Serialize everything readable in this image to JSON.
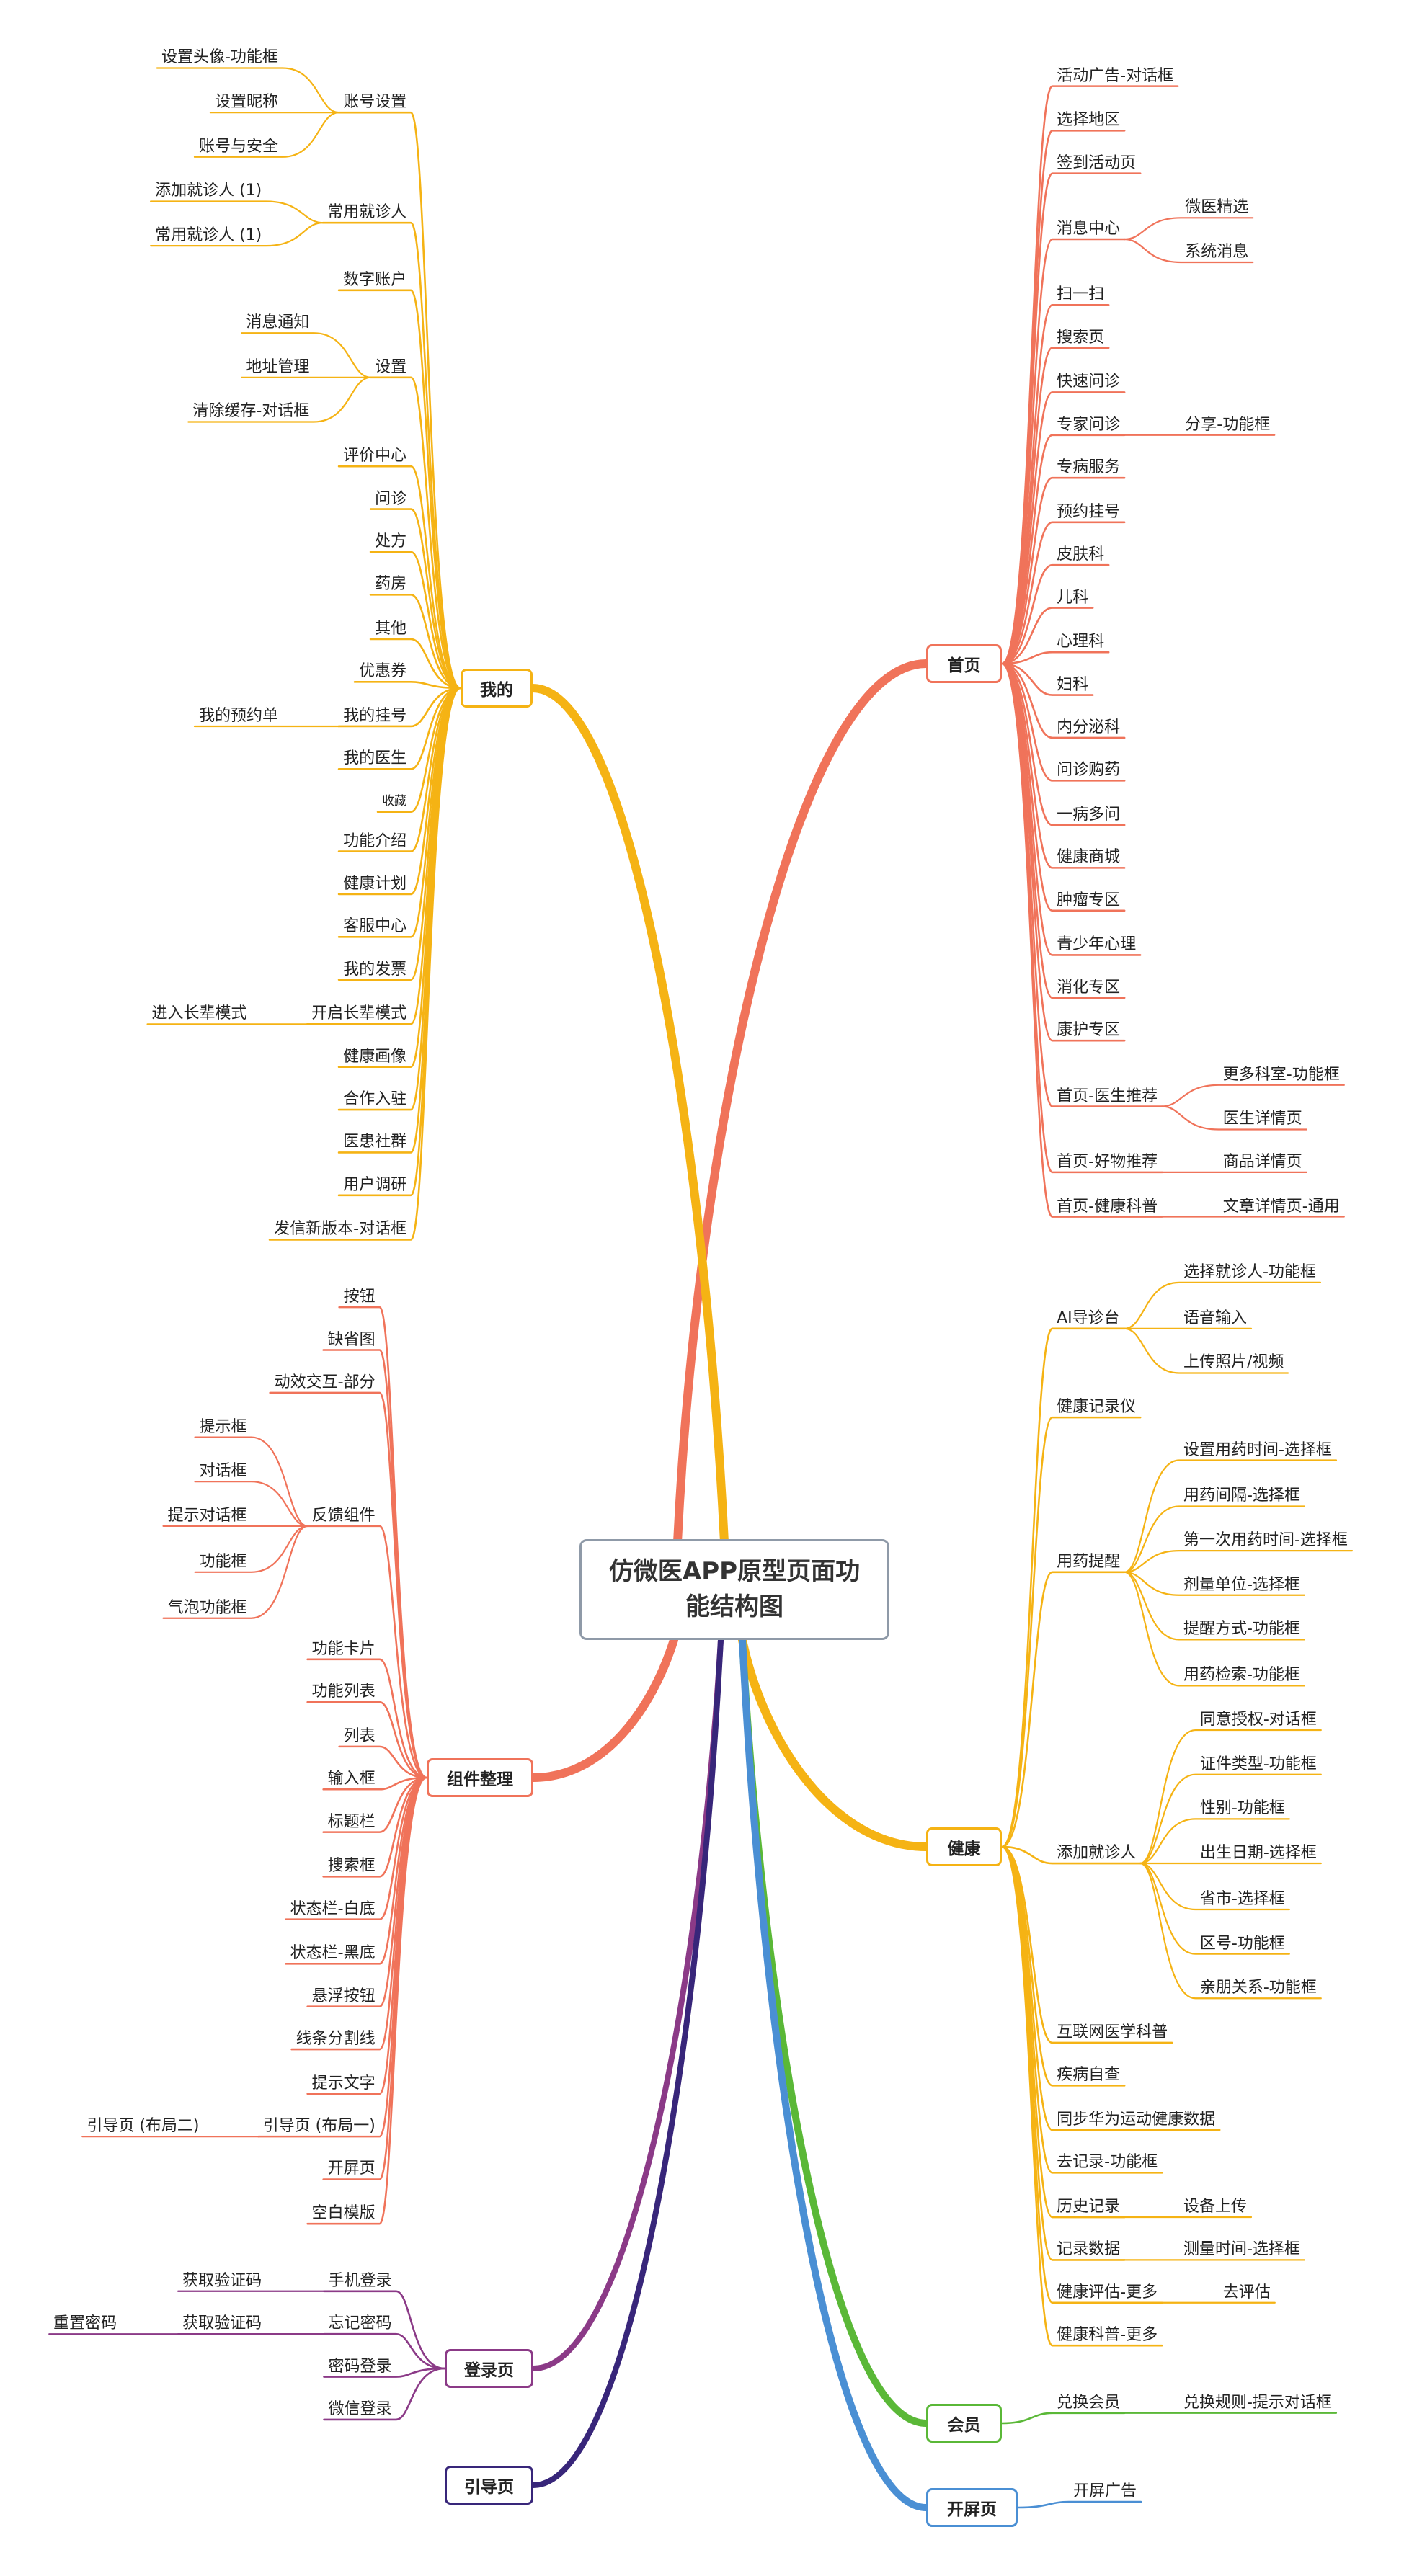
{
  "root": "仿微医APP原型页面功能结构图",
  "colors": {
    "root_border": "#8f9aa8",
    "首页": "#f0735a",
    "我的": "#f5b314",
    "健康": "#f5b314",
    "组件整理": "#f0735a",
    "登录页": "#8b3a87",
    "引导页": "#38267a",
    "会员": "#5ab837",
    "开屏页": "#4a8fd4"
  },
  "branches": [
    {
      "label": "首页",
      "key": "shouye",
      "children": [
        {
          "label": "活动广告-对话框"
        },
        {
          "label": "选择地区"
        },
        {
          "label": "签到活动页"
        },
        {
          "label": "消息中心",
          "children": [
            {
              "label": "微医精选"
            },
            {
              "label": "系统消息"
            }
          ]
        },
        {
          "label": "扫一扫"
        },
        {
          "label": "搜索页"
        },
        {
          "label": "快速问诊"
        },
        {
          "label": "专家问诊",
          "children": [
            {
              "label": "分享-功能框"
            }
          ]
        },
        {
          "label": "专病服务"
        },
        {
          "label": "预约挂号"
        },
        {
          "label": "皮肤科"
        },
        {
          "label": "儿科"
        },
        {
          "label": "心理科"
        },
        {
          "label": "妇科"
        },
        {
          "label": "内分泌科"
        },
        {
          "label": "问诊购药"
        },
        {
          "label": "一病多问"
        },
        {
          "label": "健康商城"
        },
        {
          "label": "肿瘤专区"
        },
        {
          "label": "青少年心理"
        },
        {
          "label": "消化专区"
        },
        {
          "label": "康护专区"
        },
        {
          "label": "首页-医生推荐",
          "children": [
            {
              "label": "更多科室-功能框"
            },
            {
              "label": "医生详情页"
            }
          ]
        },
        {
          "label": "首页-好物推荐",
          "children": [
            {
              "label": "商品详情页"
            }
          ]
        },
        {
          "label": "首页-健康科普",
          "children": [
            {
              "label": "文章详情页-通用"
            }
          ]
        }
      ]
    },
    {
      "label": "健康",
      "key": "jiankang",
      "children": [
        {
          "label": "AI导诊台",
          "children": [
            {
              "label": "选择就诊人-功能框"
            },
            {
              "label": "语音输入"
            },
            {
              "label": "上传照片/视频"
            }
          ]
        },
        {
          "label": "健康记录仪"
        },
        {
          "label": "用药提醒",
          "children": [
            {
              "label": "设置用药时间-选择框"
            },
            {
              "label": "用药间隔-选择框"
            },
            {
              "label": "第一次用药时间-选择框"
            },
            {
              "label": "剂量单位-选择框"
            },
            {
              "label": "提醒方式-功能框"
            },
            {
              "label": "用药检索-功能框"
            }
          ]
        },
        {
          "label": "添加就诊人",
          "children": [
            {
              "label": "同意授权-对话框"
            },
            {
              "label": "证件类型-功能框"
            },
            {
              "label": "性别-功能框"
            },
            {
              "label": "出生日期-选择框"
            },
            {
              "label": "省市-选择框"
            },
            {
              "label": "区号-功能框"
            },
            {
              "label": "亲朋关系-功能框"
            }
          ]
        },
        {
          "label": "互联网医学科普"
        },
        {
          "label": "疾病自查"
        },
        {
          "label": "同步华为运动健康数据"
        },
        {
          "label": "去记录-功能框"
        },
        {
          "label": "历史记录",
          "children": [
            {
              "label": "设备上传"
            }
          ]
        },
        {
          "label": "记录数据",
          "children": [
            {
              "label": "测量时间-选择框"
            }
          ]
        },
        {
          "label": "健康评估-更多",
          "children": [
            {
              "label": "去评估"
            }
          ]
        },
        {
          "label": "健康科普-更多"
        }
      ]
    },
    {
      "label": "会员",
      "key": "huiyuan",
      "children": [
        {
          "label": "兑换会员",
          "children": [
            {
              "label": "兑换规则-提示对话框"
            }
          ]
        }
      ]
    },
    {
      "label": "开屏页",
      "key": "kaiping",
      "children": [
        {
          "label": "开屏广告"
        }
      ]
    },
    {
      "label": "我的",
      "key": "wode",
      "children": [
        {
          "label": "账号设置",
          "children": [
            {
              "label": "设置头像-功能框"
            },
            {
              "label": "设置昵称"
            },
            {
              "label": "账号与安全"
            }
          ]
        },
        {
          "label": "常用就诊人",
          "children": [
            {
              "label": "添加就诊人 (1)"
            },
            {
              "label": "常用就诊人 (1)"
            }
          ]
        },
        {
          "label": "数字账户"
        },
        {
          "label": "设置",
          "children": [
            {
              "label": "消息通知"
            },
            {
              "label": "地址管理"
            },
            {
              "label": "清除缓存-对话框"
            }
          ]
        },
        {
          "label": "评价中心"
        },
        {
          "label": "问诊"
        },
        {
          "label": "处方"
        },
        {
          "label": "药房"
        },
        {
          "label": "其他"
        },
        {
          "label": "优惠券"
        },
        {
          "label": "我的挂号",
          "children": [
            {
              "label": "我的预约单"
            }
          ]
        },
        {
          "label": "我的医生"
        },
        {
          "label": "收藏"
        },
        {
          "label": "功能介绍"
        },
        {
          "label": "健康计划"
        },
        {
          "label": "客服中心"
        },
        {
          "label": "我的发票"
        },
        {
          "label": "开启长辈模式",
          "children": [
            {
              "label": "进入长辈模式"
            }
          ]
        },
        {
          "label": "健康画像"
        },
        {
          "label": "合作入驻"
        },
        {
          "label": "医患社群"
        },
        {
          "label": "用户调研"
        },
        {
          "label": "发信新版本-对话框"
        }
      ]
    },
    {
      "label": "组件整理",
      "key": "zujian",
      "children": [
        {
          "label": "按钮"
        },
        {
          "label": "缺省图"
        },
        {
          "label": "动效交互-部分"
        },
        {
          "label": "反馈组件",
          "children": [
            {
              "label": "提示框"
            },
            {
              "label": "对话框"
            },
            {
              "label": "提示对话框"
            },
            {
              "label": "功能框"
            },
            {
              "label": "气泡功能框"
            }
          ]
        },
        {
          "label": "功能卡片"
        },
        {
          "label": "功能列表"
        },
        {
          "label": "列表"
        },
        {
          "label": "输入框"
        },
        {
          "label": "标题栏"
        },
        {
          "label": "搜索框"
        },
        {
          "label": "状态栏-白底"
        },
        {
          "label": "状态栏-黑底"
        },
        {
          "label": "悬浮按钮"
        },
        {
          "label": "线条分割线"
        },
        {
          "label": "提示文字"
        },
        {
          "label": "引导页 (布局一)",
          "children": [
            {
              "label": "引导页 (布局二)"
            }
          ]
        },
        {
          "label": "开屏页"
        },
        {
          "label": "空白模版"
        }
      ]
    },
    {
      "label": "登录页",
      "key": "denglu",
      "children": [
        {
          "label": "手机登录",
          "children": [
            {
              "label": "获取验证码"
            }
          ]
        },
        {
          "label": "忘记密码",
          "children": [
            {
              "label": "获取验证码",
              "children": [
                {
                  "label": "重置密码"
                }
              ]
            }
          ]
        },
        {
          "label": "密码登录"
        },
        {
          "label": "微信登录"
        }
      ]
    },
    {
      "label": "引导页",
      "key": "yindao",
      "children": []
    }
  ]
}
